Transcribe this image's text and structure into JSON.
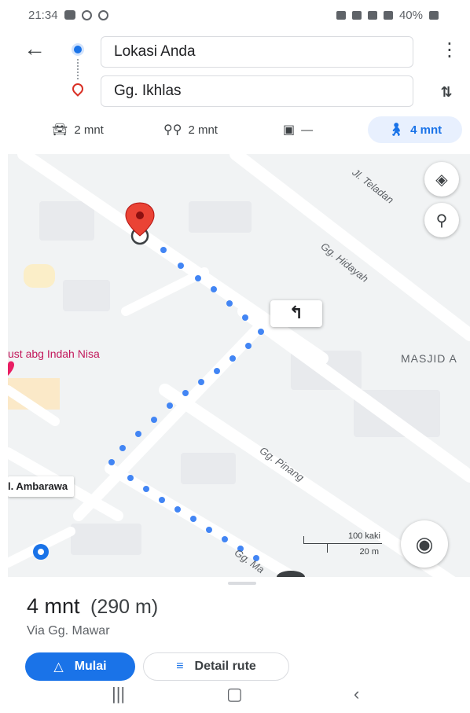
{
  "status_bar": {
    "time": "21:34",
    "battery": "40%"
  },
  "directions": {
    "origin": "Lokasi Anda",
    "destination": "Gg. Ikhlas"
  },
  "modes": [
    {
      "icon": "car-icon",
      "label": "2 mnt",
      "active": false
    },
    {
      "icon": "motorbike-icon",
      "label": "2 mnt",
      "active": false
    },
    {
      "icon": "transit-icon",
      "label": "—",
      "active": false
    },
    {
      "icon": "walk-icon",
      "label": "4 mnt",
      "active": true
    }
  ],
  "map": {
    "streets": [
      "Jl. Teladan",
      "Gg. Hidayah",
      "Gg. Pinang",
      "Gg. Ma"
    ],
    "poi": "ust abg Indah Nisa",
    "masjid": "MASJID A",
    "road_chip": "l. Ambarawa",
    "scale_feet": "100 kaki",
    "scale_m": "20 m"
  },
  "summary": {
    "duration": "4 mnt",
    "distance": "(290 m)",
    "via": "Via Gg. Mawar",
    "start_label": "Mulai",
    "detail_label": "Detail rute"
  },
  "colors": {
    "accent": "#1a73e8",
    "destination": "#d93025",
    "poi": "#c2185b"
  }
}
